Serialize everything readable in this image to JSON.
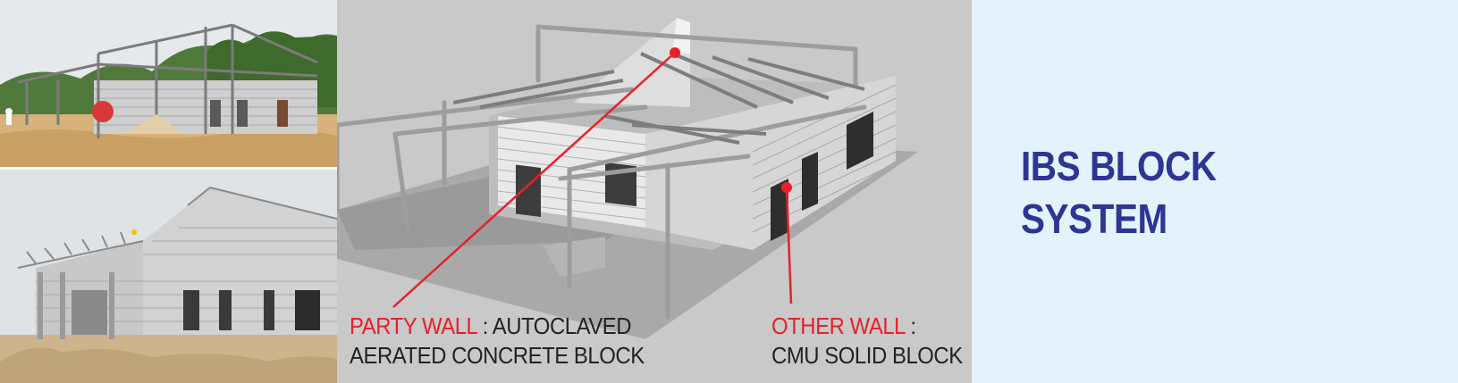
{
  "photos": [
    {
      "name": "construction-site-steel-frame-photo"
    },
    {
      "name": "block-walls-roof-truss-photo"
    }
  ],
  "diagram": {
    "party_wall": {
      "label": "PARTY WALL",
      "separator": " : AUTOCLAVED",
      "line2": "AERATED CONCRETE BLOCK"
    },
    "other_wall": {
      "label": "OTHER WALL",
      "separator": " :",
      "line2": "CMU SOLID BLOCK"
    },
    "colors": {
      "highlight": "#e8202a",
      "text": "#232323",
      "panel": "#c9c9c9"
    }
  },
  "title": {
    "line1": "IBS BLOCK",
    "line2": "SYSTEM",
    "color": "#2e3592",
    "background": "#e3f2fb"
  }
}
